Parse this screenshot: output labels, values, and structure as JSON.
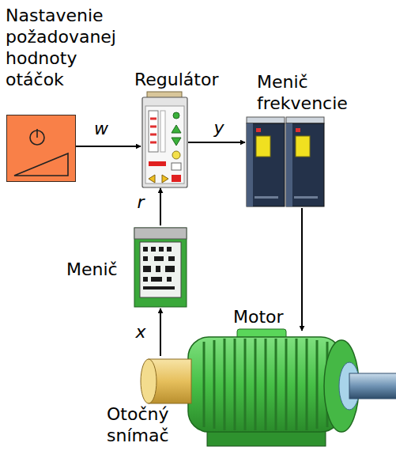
{
  "diagram": {
    "nodes": [
      {
        "text": [
          "Nastavenie požadovanej hodnoty otáčok"
        ]
      },
      {
        "text": [
          "Regulátor"
        ]
      },
      {
        "text": [
          "Menič frekvencie"
        ]
      },
      {
        "text": [
          "Menič"
        ]
      },
      {
        "text": [
          "Motor"
        ]
      },
      {
        "text": [
          "Otočný snímač"
        ]
      }
    ],
    "edges": [
      {
        "from": 0,
        "to": 1,
        "label": "w",
        "arrow": "to"
      },
      {
        "from": 1,
        "to": 2,
        "label": "y",
        "arrow": "to"
      },
      {
        "from": 2,
        "to": 4,
        "arrow": "to"
      },
      {
        "from": 5,
        "to": 3,
        "label": "x",
        "arrow": "to"
      },
      {
        "from": 3,
        "to": 1,
        "label": "r",
        "arrow": "to"
      }
    ]
  }
}
